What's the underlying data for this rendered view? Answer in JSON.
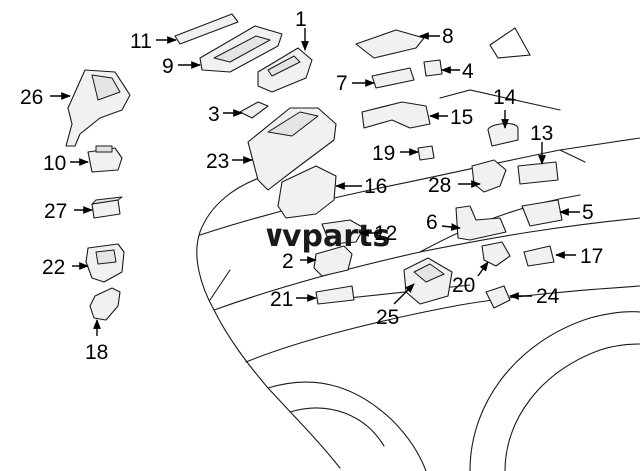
{
  "watermark": {
    "text": "vparts",
    "prefix": "∨"
  },
  "callouts": [
    {
      "num": "1"
    },
    {
      "num": "2"
    },
    {
      "num": "3"
    },
    {
      "num": "4"
    },
    {
      "num": "5"
    },
    {
      "num": "6"
    },
    {
      "num": "7"
    },
    {
      "num": "8"
    },
    {
      "num": "9"
    },
    {
      "num": "10"
    },
    {
      "num": "11"
    },
    {
      "num": "12"
    },
    {
      "num": "13"
    },
    {
      "num": "14"
    },
    {
      "num": "15"
    },
    {
      "num": "16"
    },
    {
      "num": "17"
    },
    {
      "num": "18"
    },
    {
      "num": "19"
    },
    {
      "num": "20"
    },
    {
      "num": "21"
    },
    {
      "num": "22"
    },
    {
      "num": "23"
    },
    {
      "num": "24"
    },
    {
      "num": "25"
    },
    {
      "num": "26"
    },
    {
      "num": "27"
    },
    {
      "num": "28"
    }
  ]
}
